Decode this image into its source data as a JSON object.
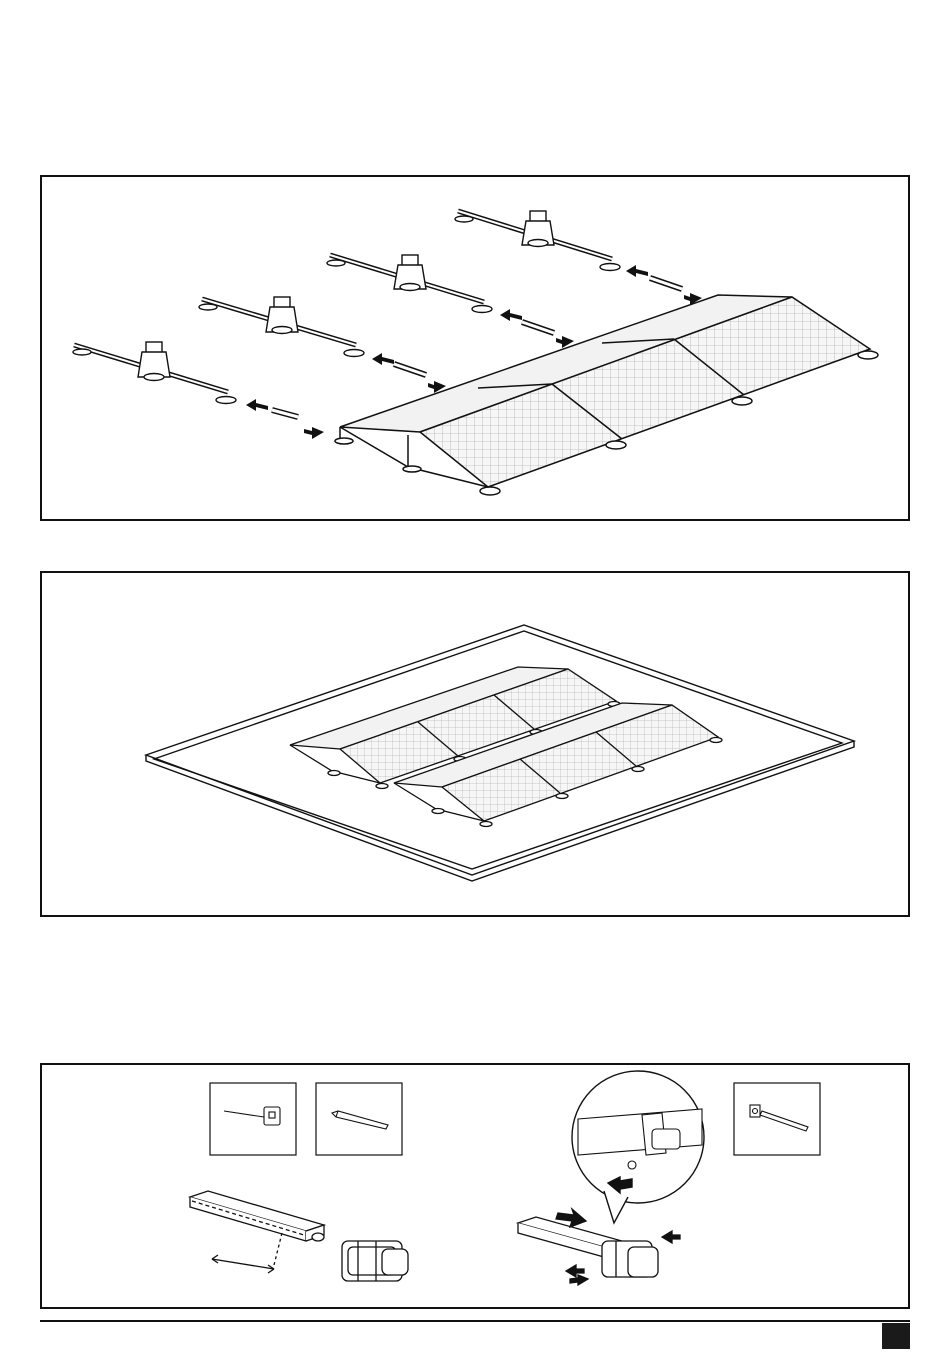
{
  "document": {
    "type": "assembly-instructions",
    "figures": [
      {
        "name": "rail-extension-step",
        "icons": [
          "flat-mount-rail-icon",
          "connector-tube-icon",
          "arrow-left-icon",
          "solar-panel-array-icon"
        ]
      },
      {
        "name": "roof-overview",
        "icons": [
          "roof-frame-icon",
          "solar-panel-array-icon"
        ]
      },
      {
        "name": "rail-cutting-and-joining",
        "icons": [
          "tape-measure-icon",
          "pencil-icon",
          "allen-key-icon",
          "rail-profile-icon",
          "rail-connector-icon",
          "magnifier-callout-icon",
          "arrow-right-icon"
        ]
      }
    ]
  },
  "colors": {
    "line": "#111111",
    "panel_fill": "#f4f4f4",
    "grid": "#9a9a9a",
    "marker": "#1a1a1a"
  }
}
